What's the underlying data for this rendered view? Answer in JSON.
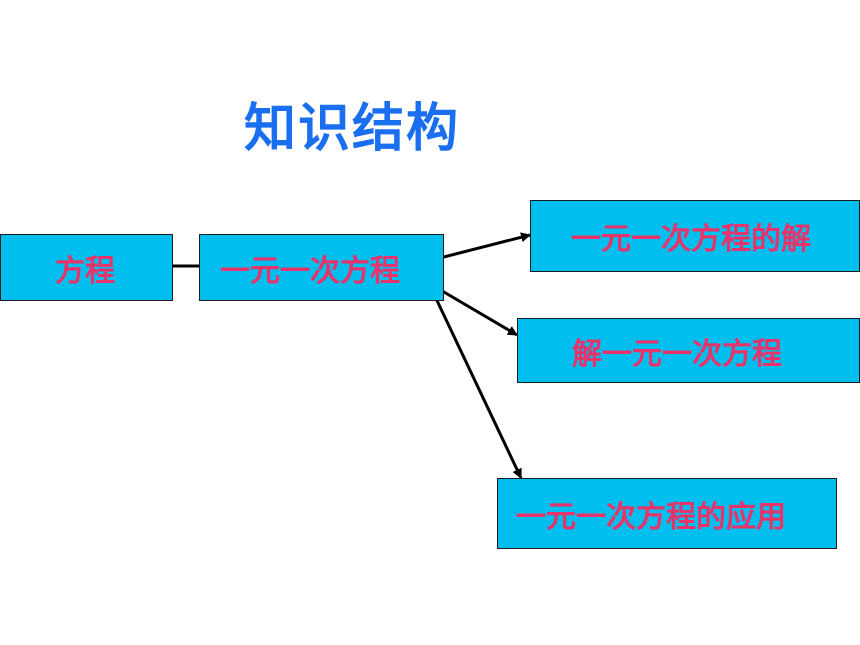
{
  "title": "知识结构",
  "nodes": {
    "equation": "方程",
    "linear_equation": "一元一次方程",
    "solution": "一元一次方程的解",
    "solving": "解一元一次方程",
    "application": "一元一次方程的应用"
  },
  "colors": {
    "title": "#1a6ef0",
    "box_fill": "#00bfef",
    "box_text": "#e8336a",
    "line": "#000000"
  }
}
